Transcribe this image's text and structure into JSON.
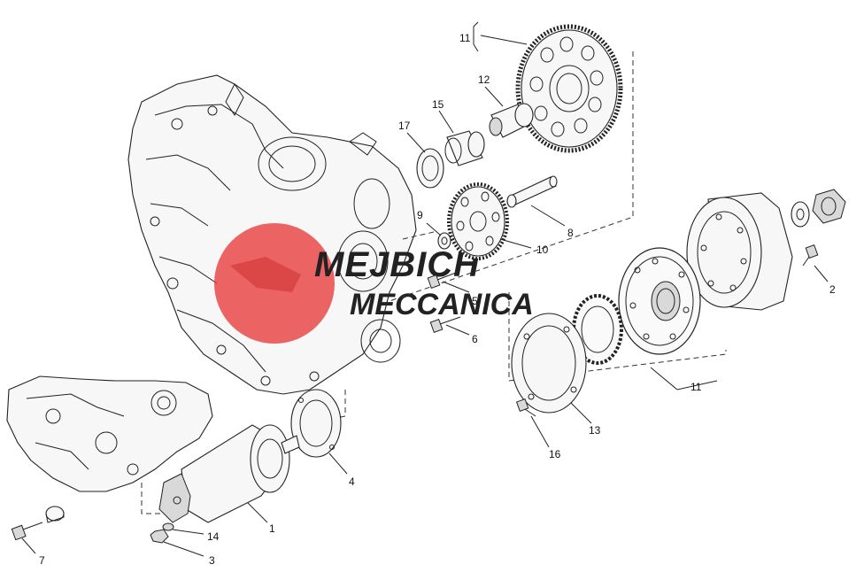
{
  "watermark": {
    "line1": "MEJBICH",
    "line2": "MECCANICA",
    "accent": "#e83a3a"
  },
  "callouts": [
    {
      "id": "c11a",
      "text": "11"
    },
    {
      "id": "c12",
      "text": "12"
    },
    {
      "id": "c15",
      "text": "15"
    },
    {
      "id": "c17",
      "text": "17"
    },
    {
      "id": "c9",
      "text": "9"
    },
    {
      "id": "c8",
      "text": "8"
    },
    {
      "id": "c10",
      "text": "10"
    },
    {
      "id": "c5",
      "text": "5"
    },
    {
      "id": "c6",
      "text": "6"
    },
    {
      "id": "c2",
      "text": "2"
    },
    {
      "id": "c11b",
      "text": "11"
    },
    {
      "id": "c13",
      "text": "13"
    },
    {
      "id": "c16",
      "text": "16"
    },
    {
      "id": "c4",
      "text": "4"
    },
    {
      "id": "c1",
      "text": "1"
    },
    {
      "id": "c14",
      "text": "14"
    },
    {
      "id": "c3",
      "text": "3"
    },
    {
      "id": "c7",
      "text": "7"
    }
  ]
}
